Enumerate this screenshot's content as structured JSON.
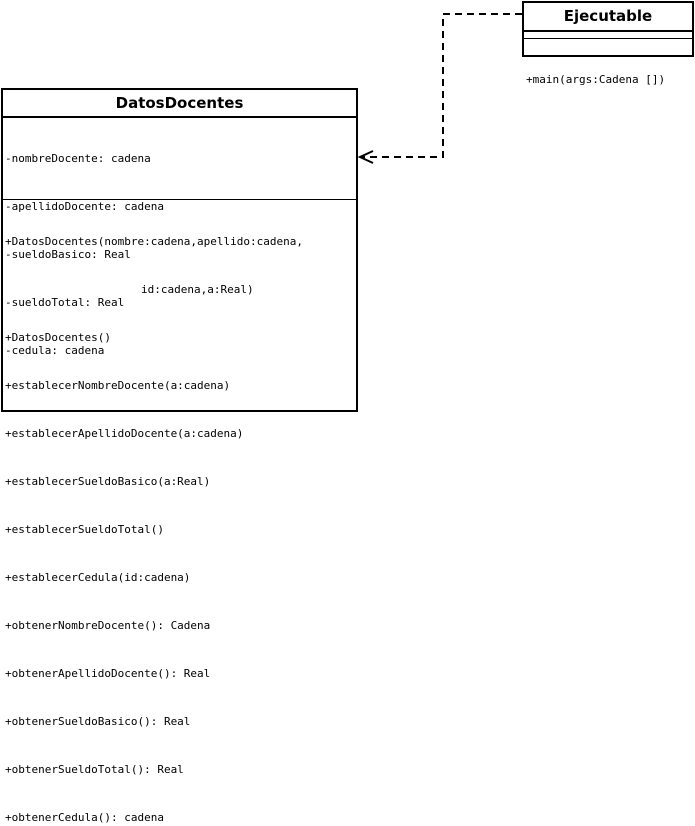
{
  "classes": {
    "datos_docentes": {
      "name": "DatosDocentes",
      "attributes": [
        "-nombreDocente: cadena",
        "-apellidoDocente: cadena",
        "-sueldoBasico: Real",
        "-sueldoTotal: Real",
        "-cedula: cadena"
      ],
      "methods": [
        "+DatosDocentes(nombre:cadena,apellido:cadena,",
        "id:cadena,a:Real)",
        "+DatosDocentes()",
        "+establecerNombreDocente(a:cadena)",
        "+establecerApellidoDocente(a:cadena)",
        "+establecerSueldoBasico(a:Real)",
        "+establecerSueldoTotal()",
        "+establecerCedula(id:cadena)",
        "+obtenerNombreDocente(): Cadena",
        "+obtenerApellidoDocente(): Real",
        "+obtenerSueldoBasico(): Real",
        "+obtenerSueldoTotal(): Real",
        "+obtenerCedula(): cadena"
      ]
    },
    "ejecutable": {
      "name": "Ejecutable",
      "attributes": [],
      "methods": [
        "+main(args:Cadena [])"
      ]
    }
  },
  "relationships": [
    {
      "type": "dependency",
      "line_style": "dashed",
      "arrowhead": "open",
      "from": "Ejecutable",
      "to": "DatosDocentes"
    }
  ]
}
